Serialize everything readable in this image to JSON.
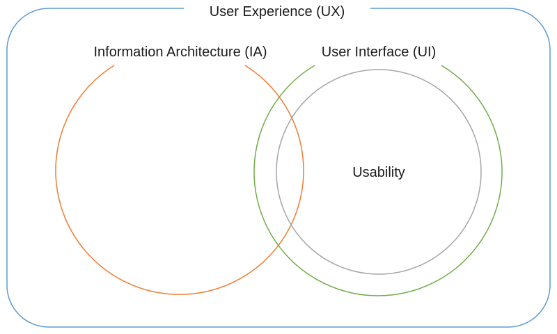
{
  "diagram": {
    "ux": {
      "label": "User Experience (UX)",
      "stroke": "#5B9BD5"
    },
    "ia": {
      "label": "Information Architecture (IA)",
      "stroke": "#ED7D31"
    },
    "ui": {
      "label": "User Interface (UI)",
      "stroke": "#70AD47"
    },
    "usability": {
      "label": "Usability",
      "stroke": "#A5A5A5"
    }
  }
}
